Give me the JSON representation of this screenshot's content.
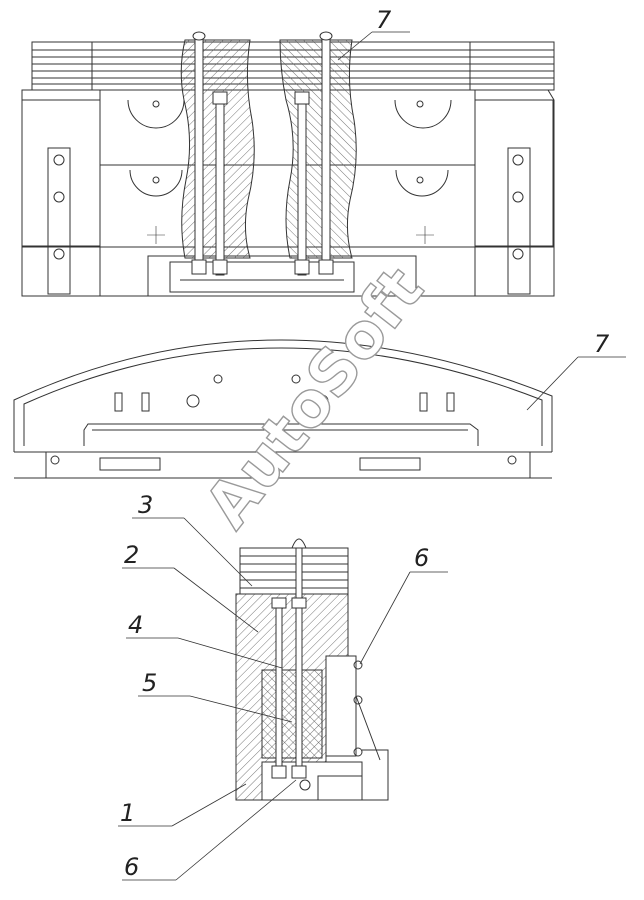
{
  "callouts": {
    "top_view": "7",
    "side_view": "7",
    "section_3": "3",
    "section_2": "2",
    "section_6_upper": "6",
    "section_4": "4",
    "section_5": "5",
    "section_1": "1",
    "section_6_lower": "6"
  },
  "watermark": "AutoSoft",
  "colors": {
    "line": "#333333",
    "hatch": "#555555",
    "watermark_stroke": "#9a9a9a"
  }
}
